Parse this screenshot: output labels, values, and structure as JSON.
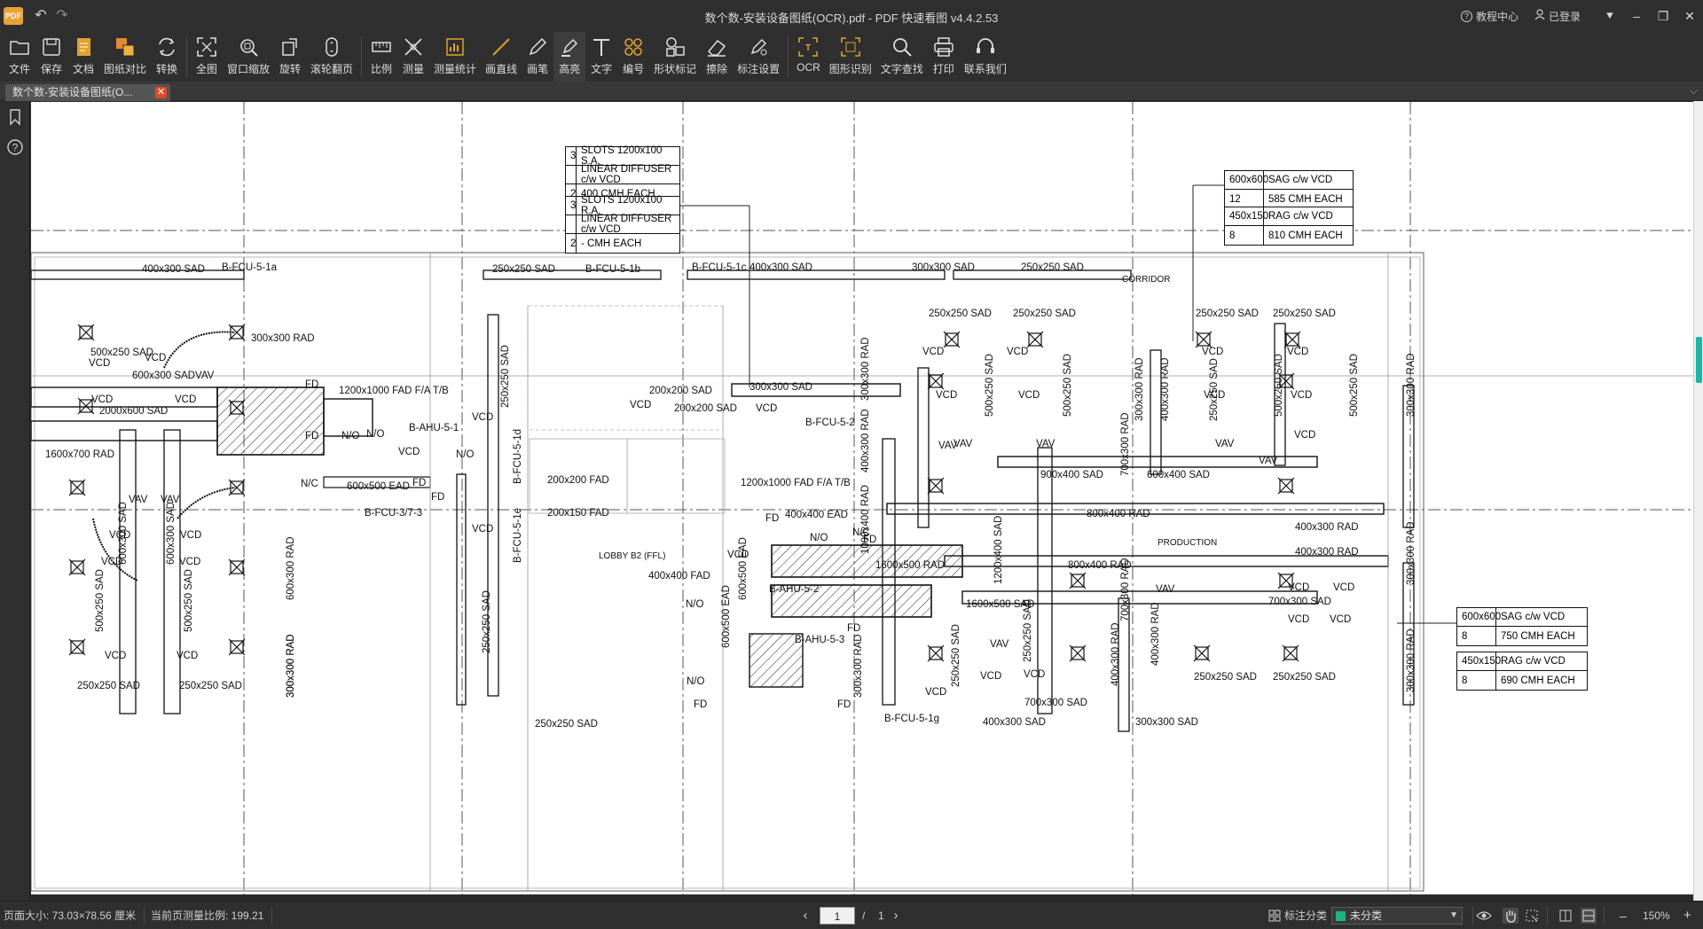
{
  "app": {
    "logo_text": "PDF",
    "title": "数个数-安装设备图纸(OCR).pdf - PDF 快速看图 v4.4.2.53",
    "help_center": "教程中心",
    "login_status": "已登录"
  },
  "toolbar": {
    "items": [
      {
        "id": "file",
        "label": "文件",
        "icon": "folder-icon"
      },
      {
        "id": "save",
        "label": "保存",
        "icon": "save-icon"
      },
      {
        "id": "doc",
        "label": "文档",
        "icon": "document-icon"
      },
      {
        "id": "compare",
        "label": "图纸对比",
        "icon": "compare-icon"
      },
      {
        "id": "convert",
        "label": "转换",
        "icon": "convert-icon"
      },
      {
        "id": "fullview",
        "label": "全图",
        "icon": "fullview-icon"
      },
      {
        "id": "winzoom",
        "label": "窗口缩放",
        "icon": "window-zoom-icon"
      },
      {
        "id": "rotate",
        "label": "旋转",
        "icon": "rotate-icon"
      },
      {
        "id": "scrollpage",
        "label": "滚轮翻页",
        "icon": "scroll-wheel-icon"
      },
      {
        "id": "scale",
        "label": "比例",
        "icon": "ruler-icon"
      },
      {
        "id": "measure",
        "label": "测量",
        "icon": "measure-icon"
      },
      {
        "id": "measurestat",
        "label": "测量统计",
        "icon": "measure-stats-icon"
      },
      {
        "id": "line",
        "label": "画直线",
        "icon": "line-icon"
      },
      {
        "id": "pen",
        "label": "画笔",
        "icon": "pen-icon"
      },
      {
        "id": "highlight",
        "label": "高亮",
        "icon": "highlighter-icon"
      },
      {
        "id": "text",
        "label": "文字",
        "icon": "text-icon"
      },
      {
        "id": "number",
        "label": "编号",
        "icon": "numbering-icon"
      },
      {
        "id": "shape",
        "label": "形状标记",
        "icon": "shape-icon"
      },
      {
        "id": "erase",
        "label": "擦除",
        "icon": "eraser-icon"
      },
      {
        "id": "annotset",
        "label": "标注设置",
        "icon": "annotation-settings-icon"
      },
      {
        "id": "ocr",
        "label": "OCR",
        "icon": "ocr-icon"
      },
      {
        "id": "shaperec",
        "label": "图形识别",
        "icon": "shape-recognition-icon"
      },
      {
        "id": "textfind",
        "label": "文字查找",
        "icon": "search-icon"
      },
      {
        "id": "print",
        "label": "打印",
        "icon": "printer-icon"
      },
      {
        "id": "contact",
        "label": "联系我们",
        "icon": "headset-icon"
      }
    ]
  },
  "tab": {
    "label": "数个数-安装设备图纸(O..."
  },
  "drawing": {
    "schedule_sa": [
      [
        "3",
        "SLOTS 1200x100 S.A."
      ],
      [
        "",
        "LINEAR DIFFUSER c/w VCD"
      ],
      [
        "2",
        "400 CMH EACH"
      ]
    ],
    "schedule_ra": [
      [
        "3",
        "SLOTS 1200x100 R.A."
      ],
      [
        "",
        "LINEAR DIFFUSER c/w VCD"
      ],
      [
        "2",
        "- CMH EACH"
      ]
    ],
    "schedule_tr1": [
      [
        "600x600",
        "SAG c/w VCD"
      ],
      [
        "12",
        "585  CMH EACH"
      ]
    ],
    "schedule_tr2": [
      [
        "450x150",
        "RAG c/w VCD"
      ],
      [
        "8",
        "810  CMH EACH"
      ]
    ],
    "schedule_br1": [
      [
        "600x600",
        "SAG c/w VCD"
      ],
      [
        "8",
        "750  CMH EACH"
      ]
    ],
    "schedule_br2": [
      [
        "450x150",
        "RAG c/w VCD"
      ],
      [
        "8",
        "690  CMH EACH"
      ]
    ],
    "labels": {
      "l01": "400x300 SAD",
      "l02": "B-FCU-5-1a",
      "l03": "250x250 SAD",
      "l04": "B-FCU-5-1b",
      "l05": "B-FCU-5-1c",
      "l06": "400x300 SAD",
      "l07": "300x300 SAD",
      "l08": "250x250 SAD",
      "l09": "CORRIDOR",
      "l10": "250x250 SAD",
      "l11": "250x250 SAD",
      "l12": "250x250 SAD",
      "l13": "250x250 SAD",
      "l14": "300x300 RAD",
      "l15": "500x250 SAD",
      "l16": "VCD",
      "l17": "600x300 SAD",
      "l18": "VAV",
      "l19": "VCD",
      "l20": "VCD",
      "l21": "2000x600 SAD",
      "l22": "VCD",
      "l23": "FD",
      "l24": "1200x1000 FAD F/A T/B",
      "l25": "B-AHU-5-1",
      "l26": "N/O",
      "l27": "FD",
      "l28": "N/O",
      "l29": "VCD",
      "l30": "N/O",
      "l31": "N/C",
      "l32": "600x500 EAD",
      "l33": "FD",
      "l34": "FD",
      "l35": "1600x700 RAD",
      "l36": "200x200 SAD",
      "l37": "300x300 SAD",
      "l38": "VCD",
      "l39": "200x200 SAD",
      "l40": "VCD",
      "l41": "B-FCU-5-2",
      "l42": "200x200 FAD",
      "l43": "200x150 FAD",
      "l44": "1200x1000 FAD F/A T/B",
      "l45": "B-FCU-3/7-3",
      "l46": "400x400 EAD",
      "l47": "FD",
      "l48": "N/O",
      "l49": "N/C",
      "l50": "FD",
      "l51": "1600x500 RAD",
      "l52": "400x400 FAD",
      "l53": "B-AHU-5-2",
      "l54": "N/O",
      "l55": "1600x500 SAD",
      "l56": "FD",
      "l57": "B-AHU-5-3",
      "l58": "N/O",
      "l59": "FD",
      "l60": "FD",
      "l61": "B-FCU-5-1g",
      "l62": "400x300 SAD",
      "l63": "300x300 SAD",
      "l64": "250x250 SAD",
      "l65": "900x400 SAD",
      "l66": "600x400 SAD",
      "l67": "VAV",
      "l68": "800x400 RAD",
      "l69": "400x300 RAD",
      "l70": "400x300 RAD",
      "l71": "800x400 RAD",
      "l72": "VCD",
      "l73": "VCD",
      "l74": "VAV",
      "l75": "700x300 SAD",
      "l76": "VCD",
      "l77": "VCD",
      "l78": "VCD",
      "l79": "VCD",
      "l80": "VAV",
      "l81": "VCD",
      "l82": "700x300 SAD",
      "l83": "250x250 SAD",
      "l84": "250x250 SAD",
      "l85": "250x250 SAD",
      "l86": "250x250 SAD",
      "l87": "VCD",
      "l88": "VCD",
      "l89": "VCD",
      "l90": "VCD",
      "l91": "VCD",
      "l92": "VCD",
      "l93": "VAV",
      "l94": "VAV",
      "l95": "VAV",
      "l96": "VAV",
      "l97": "VCD",
      "l98": "VCD",
      "l99": "VCD",
      "l100": "VCD",
      "l101": "VCD",
      "l102": "VCD",
      "l103": "VCD",
      "l104": "VAV",
      "l105": "VAV",
      "l106": "VCD",
      "l107": "VCD",
      "l108": "PRODUCTION",
      "l109": "LOBBY B2 (FFL)",
      "l110": "VCD",
      "l111": "VCD",
      "l112": "VCD"
    },
    "vlabels": {
      "v01": "250x250 SAD",
      "v02": "B-FCU-5-1d",
      "v03": "B-FCU-5-1e",
      "v04": "250x250 SAD",
      "v05": "600x300 RAD",
      "v06": "500x250 SAD",
      "v07": "500x250 SAD",
      "v08": "300x300 RAD",
      "v09": "600x300 SAD",
      "v10": "600x300 SAD",
      "v11": "600x500 EAD",
      "v12": "600x500 EAD",
      "v13": "1200x400 SAD",
      "v14": "300x300 RAD",
      "v15": "400x300 RAD",
      "v16": "1000x400 RAD",
      "v17": "500x250 SAD",
      "v18": "500x250 SAD",
      "v19": "400x300 RAD",
      "v20": "700x300 RAD",
      "v21": "500x250 SAD",
      "v22": "500x250 SAD",
      "v23": "300x300 RAD",
      "v24": "300x300 RAD",
      "v25": "250x250 SAD",
      "v26": "250x250 SAD",
      "v27": "400x300 RAD",
      "v28": "700x300 RAD",
      "v29": "400x300 RAD",
      "v30": "300x300 RAD",
      "v31": "300x300 RAD",
      "v32": "300x300 RAD",
      "v33": "250x250 SAD",
      "v34": "300x300 RAD"
    }
  },
  "status": {
    "page_size": "页面大小: 73.03×78.56 厘米",
    "measure_scale": "当前页测量比例: 199.21",
    "page_current": "1",
    "page_sep": "/",
    "page_total": "1",
    "annot_category_label": "标注分类",
    "annot_category_value": "未分类",
    "zoom": "150%"
  }
}
